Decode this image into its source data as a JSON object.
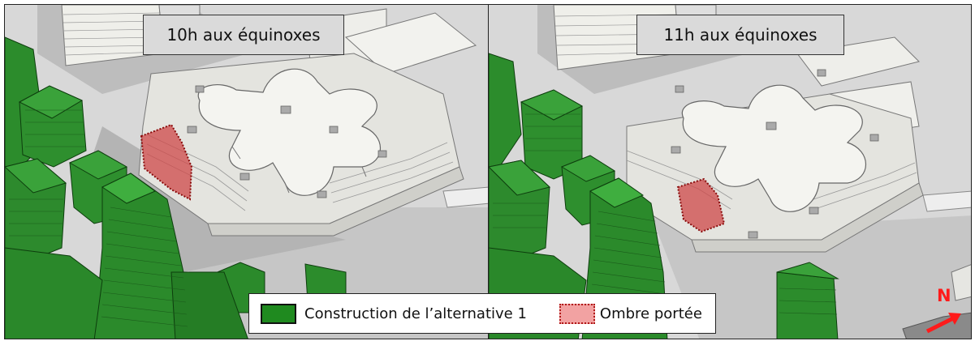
{
  "panels": {
    "left": {
      "time_label": "10h aux équinoxes"
    },
    "right": {
      "time_label": "11h aux équinoxes"
    }
  },
  "legend": {
    "construction_label": "Construction de l’alternative 1",
    "shadow_label": "Ombre portée"
  },
  "north": {
    "letter": "N",
    "color": "#ff1a1a"
  },
  "colors": {
    "construction_green": "#1f8a1f",
    "shadow_red": "#f2a2a2",
    "shadow_border": "#b01818",
    "building_white": "#f0f0ec",
    "ground_gray": "#d6d6d6"
  }
}
